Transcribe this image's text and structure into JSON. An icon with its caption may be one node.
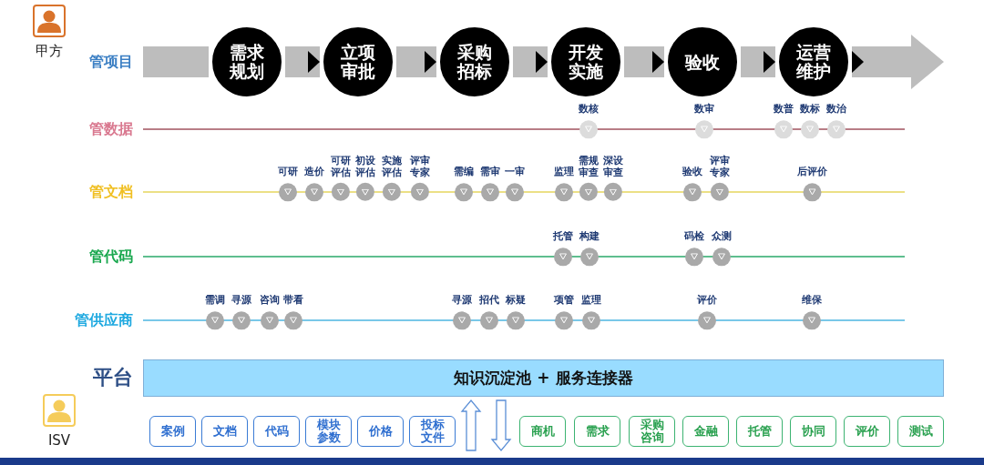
{
  "diagram": {
    "nodes": [
      {
        "text": [
          "需求规划"
        ]
      },
      {
        "text": [
          "立项审批"
        ]
      },
      {
        "text": [
          "采购招标"
        ]
      },
      {
        "text": [
          "开发实施"
        ]
      },
      {
        "text": [
          "验收"
        ]
      },
      {
        "text": [
          "运营维护"
        ]
      },
      {
        "text": [
          "数核"
        ]
      },
      {
        "text": [
          "数审"
        ]
      },
      {
        "text": [
          "数普"
        ]
      },
      {
        "text": [
          "数标"
        ]
      },
      {
        "text": [
          "数治"
        ]
      },
      {
        "text": [
          "可研"
        ]
      },
      {
        "text": [
          "造价"
        ]
      },
      {
        "text": [
          "可研评估"
        ]
      },
      {
        "text": [
          "初设评估"
        ]
      },
      {
        "text": [
          "实施评估"
        ]
      },
      {
        "text": [
          "评审专家"
        ]
      },
      {
        "text": [
          "需编"
        ]
      },
      {
        "text": [
          "需审"
        ]
      },
      {
        "text": [
          "一审"
        ]
      },
      {
        "text": [
          "监理"
        ]
      },
      {
        "text": [
          "需规审查"
        ]
      },
      {
        "text": [
          "深设审查"
        ]
      },
      {
        "text": [
          "验收"
        ]
      },
      {
        "text": [
          "评审专家"
        ]
      },
      {
        "text": [
          "后评价"
        ]
      },
      {
        "text": [
          "托管"
        ]
      },
      {
        "text": [
          "构建"
        ]
      },
      {
        "text": [
          "码检"
        ]
      },
      {
        "text": [
          "众测"
        ]
      },
      {
        "text": [
          "需调"
        ]
      },
      {
        "text": [
          "寻源"
        ]
      },
      {
        "text": [
          "咨询"
        ]
      },
      {
        "text": [
          "带看"
        ]
      },
      {
        "text": [
          "寻源"
        ]
      },
      {
        "text": [
          "招代"
        ]
      },
      {
        "text": [
          "标疑"
        ]
      },
      {
        "text": [
          "项管"
        ]
      },
      {
        "text": [
          "监理"
        ]
      },
      {
        "text": [
          "评价"
        ]
      },
      {
        "text": [
          "维保"
        ]
      },
      {
        "text": [
          "知识沉淀池 + 服务连接器"
        ]
      },
      {
        "text": [
          "案例"
        ]
      },
      {
        "text": [
          "文档"
        ]
      },
      {
        "text": [
          "代码"
        ]
      },
      {
        "text": [
          "模块参数"
        ]
      },
      {
        "text": [
          "价格"
        ]
      },
      {
        "text": [
          "投标文件"
        ]
      },
      {
        "text": [
          "商机"
        ]
      },
      {
        "text": [
          "需求"
        ]
      },
      {
        "text": [
          "采购咨询"
        ]
      },
      {
        "text": [
          "金融"
        ]
      },
      {
        "text": [
          "托管"
        ]
      },
      {
        "text": [
          "协同"
        ]
      },
      {
        "text": [
          "评价"
        ]
      },
      {
        "text": [
          "测试"
        ]
      }
    ],
    "edges": [
      {
        "from": null,
        "to": 0,
        "arrow": "none"
      },
      {
        "from": 0,
        "to": 1,
        "arrow": "to"
      },
      {
        "from": 1,
        "to": 2,
        "arrow": "to"
      },
      {
        "from": 2,
        "to": 3,
        "arrow": "to"
      },
      {
        "from": 3,
        "to": 4,
        "arrow": "to"
      },
      {
        "from": 4,
        "to": 5,
        "arrow": "to"
      },
      {
        "from": 5,
        "to": null,
        "arrow": "to"
      },
      {
        "from": null,
        "to": 41,
        "arrow": "to"
      },
      {
        "from": 41,
        "to": null,
        "arrow": "to"
      }
    ],
    "labels": [
      "甲方",
      "管项目",
      "管数据",
      "管文档",
      "管代码",
      "管供应商",
      "平台",
      "ISV"
    ]
  }
}
